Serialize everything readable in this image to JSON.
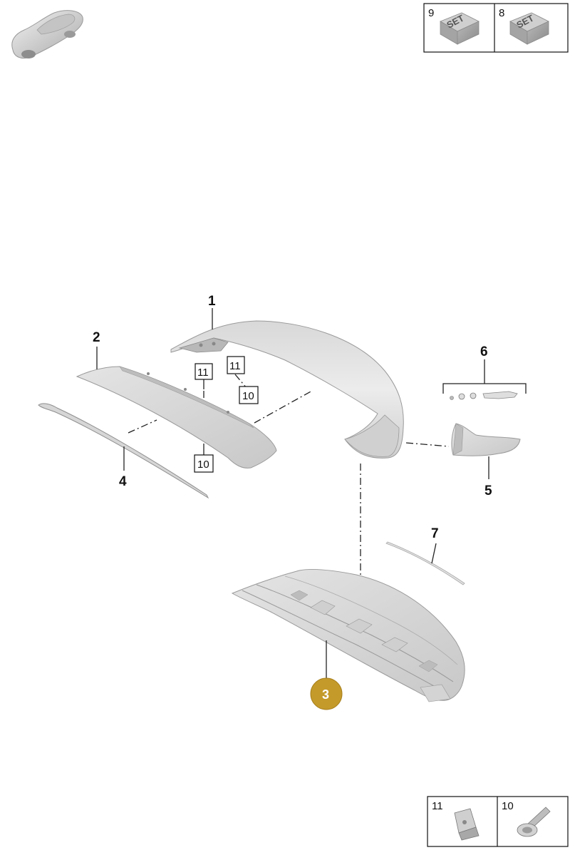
{
  "header_tiles": [
    {
      "number": "9",
      "label": "SET"
    },
    {
      "number": "8",
      "label": "SET"
    }
  ],
  "footer_tiles": [
    {
      "number": "11"
    },
    {
      "number": "10"
    }
  ],
  "callouts": {
    "p1": "1",
    "p2": "2",
    "p4": "4",
    "p5": "5",
    "p6": "6",
    "p7": "7"
  },
  "boxed_callouts": {
    "b11_left": "11",
    "b10_left": "10",
    "b11_mid": "11",
    "b10_mid": "10"
  },
  "selected_part": {
    "label": "3",
    "color": "#c49a2a"
  },
  "colors": {
    "part_fill": "#e3e3e3",
    "part_shade": "#bdbdbd",
    "frame": "#111111"
  }
}
